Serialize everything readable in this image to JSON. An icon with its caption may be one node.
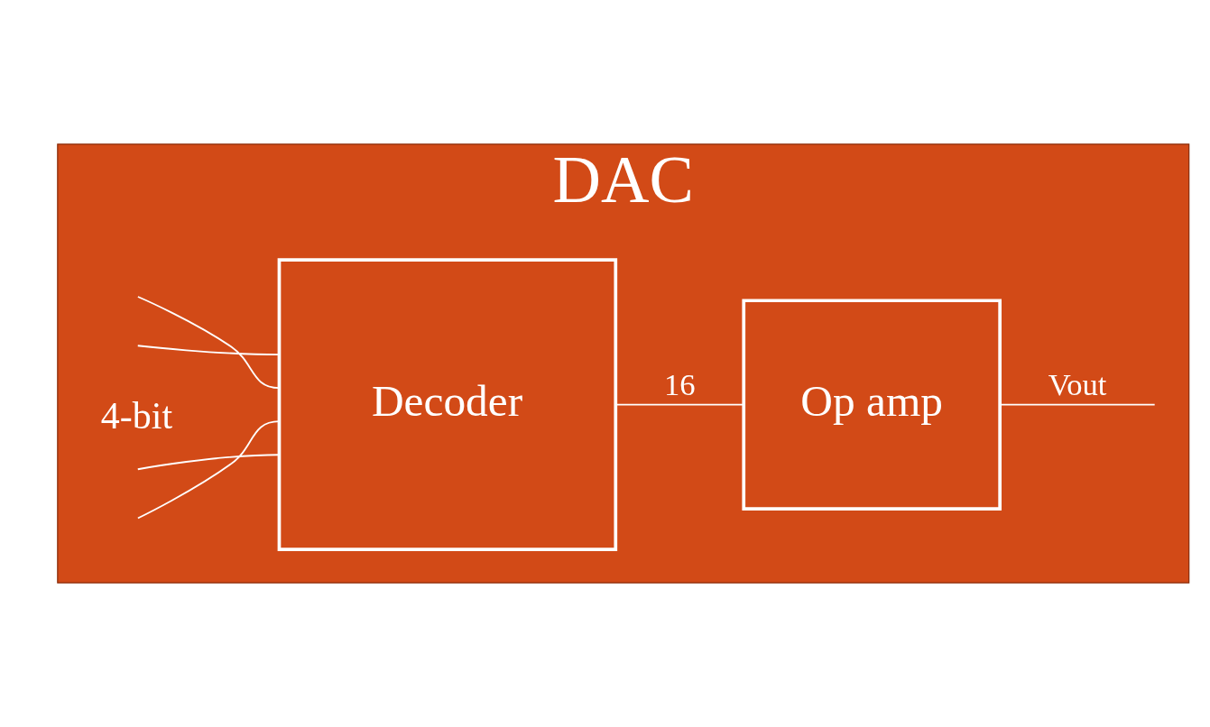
{
  "diagram": {
    "nodes": [
      {
        "text": [
          "DAC"
        ]
      },
      {
        "text": [
          "Decoder"
        ],
        "in": 0
      },
      {
        "text": [
          "Op amp"
        ],
        "in": 0
      }
    ],
    "edges": [
      {
        "from": null,
        "to": 1,
        "arrow": "none"
      },
      {
        "from": null,
        "to": 1,
        "arrow": "none"
      },
      {
        "from": null,
        "to": 1,
        "arrow": "none"
      },
      {
        "from": null,
        "to": 1,
        "arrow": "none"
      },
      {
        "from": 1,
        "to": 2,
        "arrow": "none",
        "label": "16"
      },
      {
        "from": 2,
        "to": null,
        "arrow": "none",
        "label": "Vout"
      }
    ],
    "labels": [
      "4-bit"
    ]
  }
}
